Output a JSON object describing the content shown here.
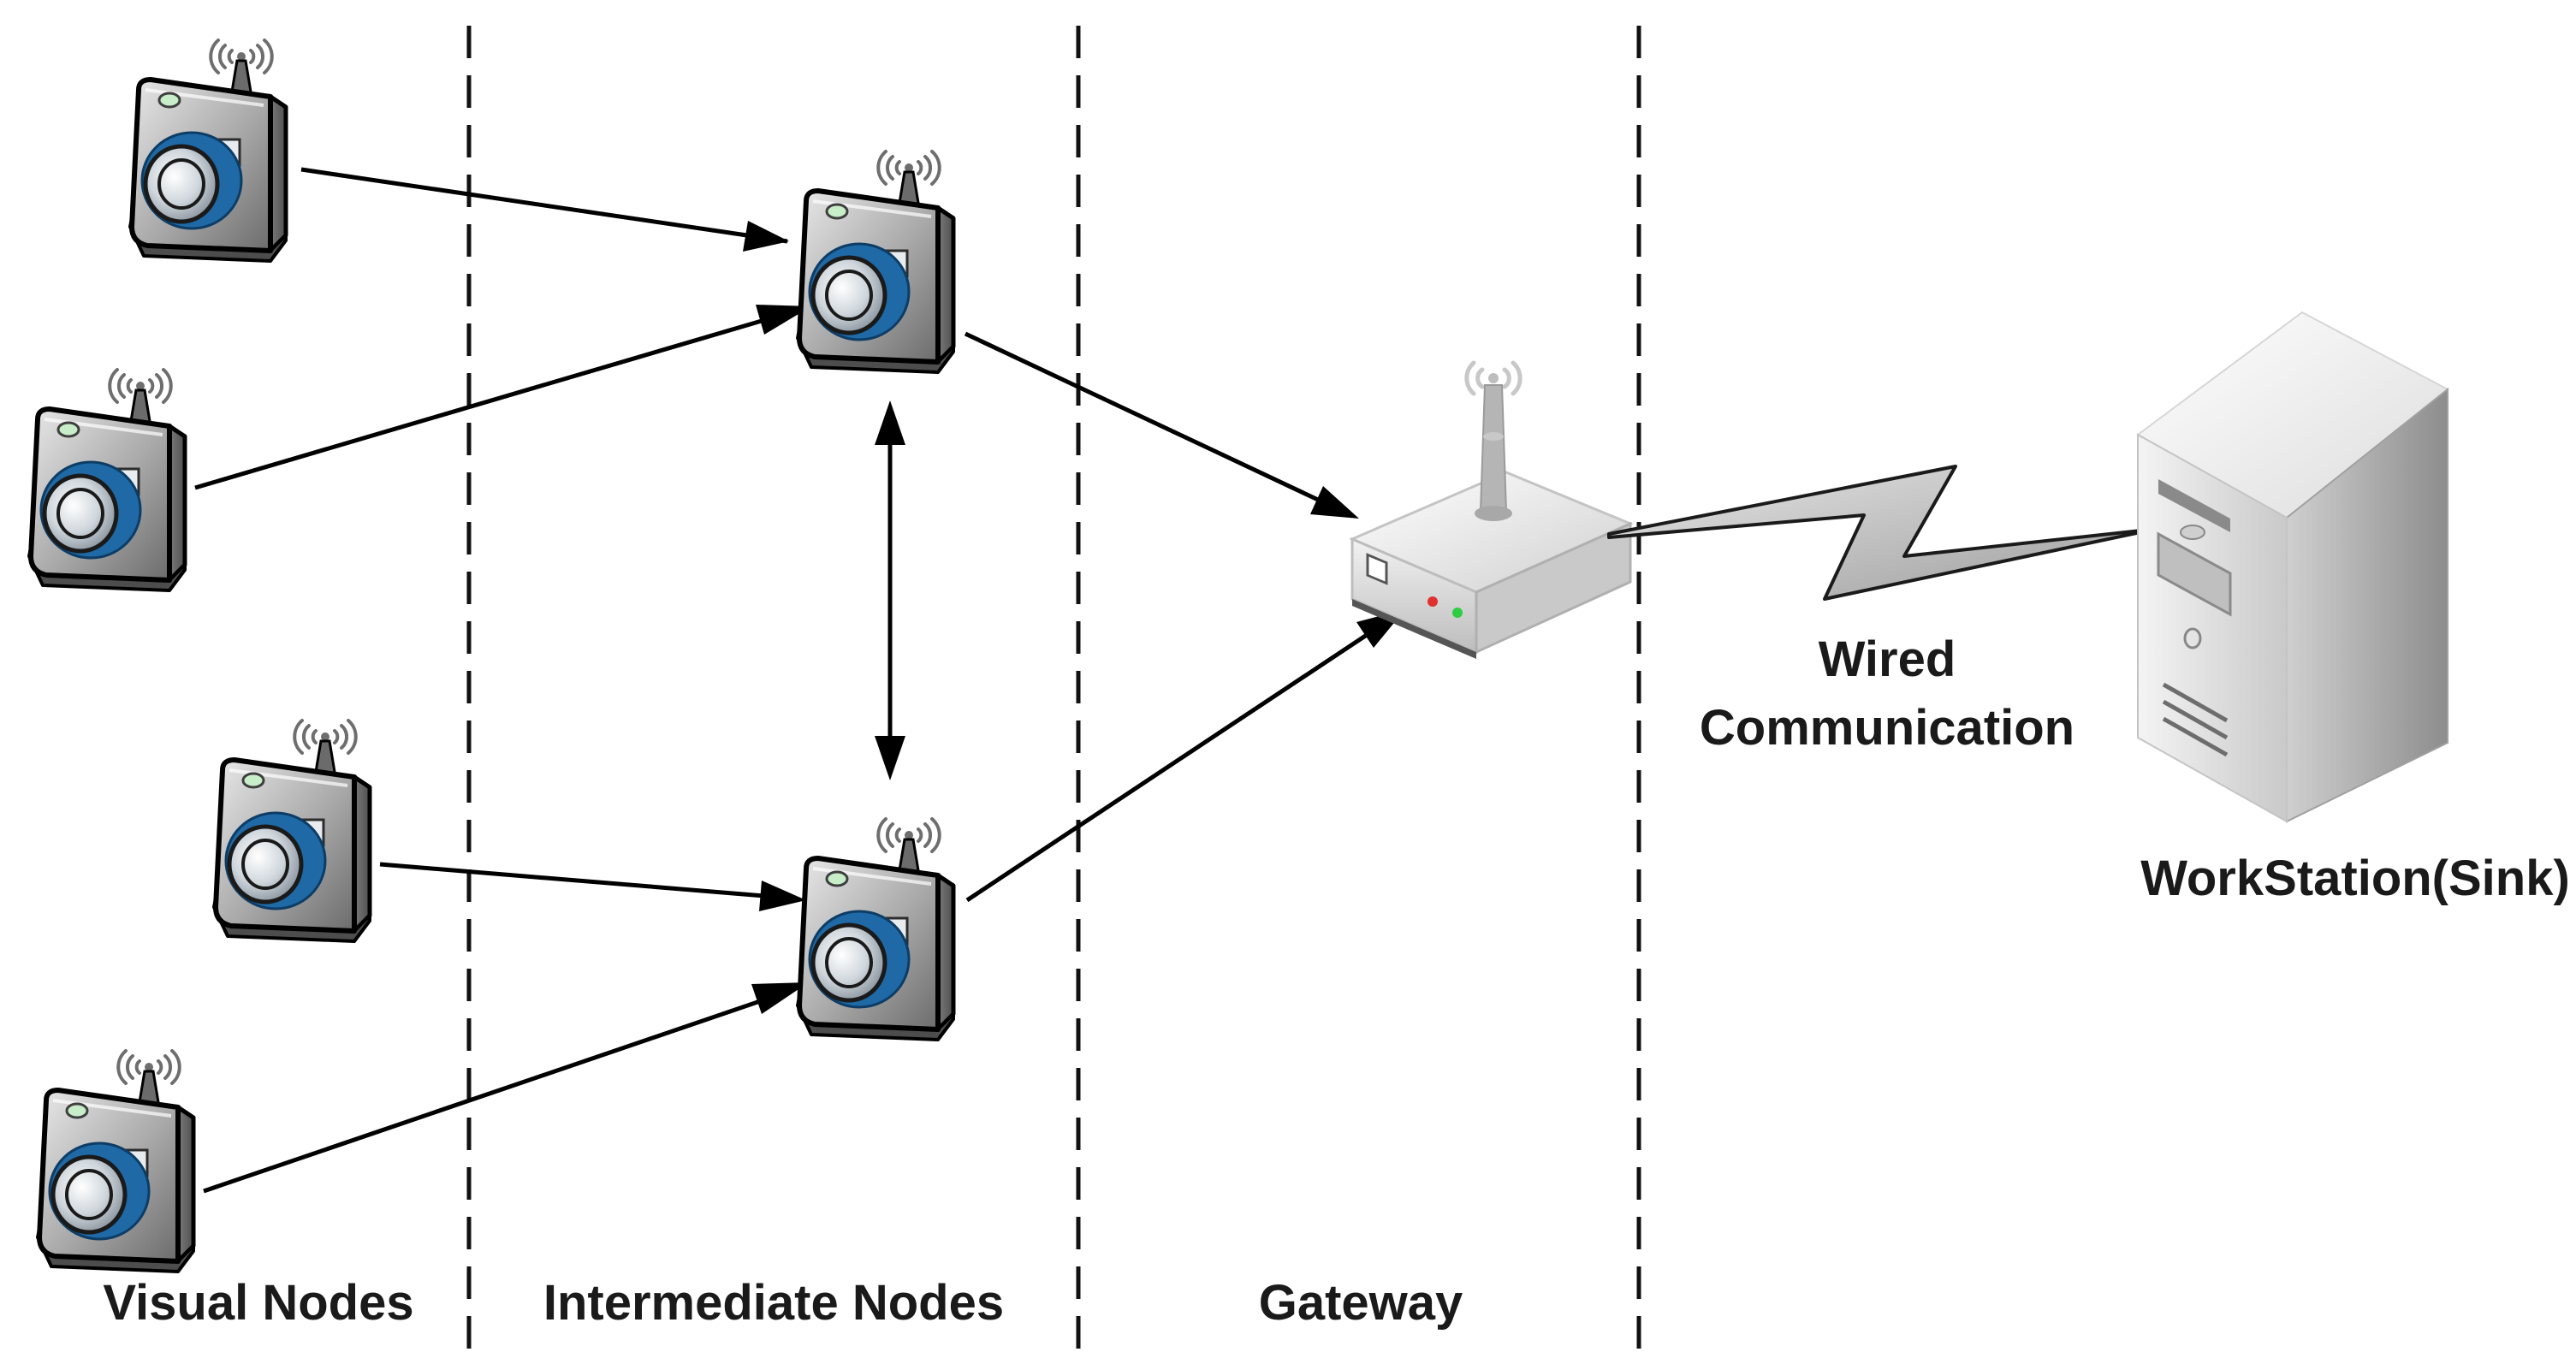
{
  "zones": {
    "visual": "Visual Nodes",
    "intermediate": "Intermediate Nodes",
    "gateway": "Gateway"
  },
  "link": {
    "line1": "Wired",
    "line2": "Communication"
  },
  "sink": {
    "label": "WorkStation(Sink)"
  },
  "colors": {
    "lens_blue": "#1f6aa6",
    "camera_body": "#9a9a9a",
    "outline": "#000000",
    "led_green": "#2ecc40",
    "led_red": "#e03030"
  },
  "icons": {
    "camera": "wireless-camera-icon",
    "router": "wireless-router-icon",
    "server": "server-tower-icon"
  }
}
